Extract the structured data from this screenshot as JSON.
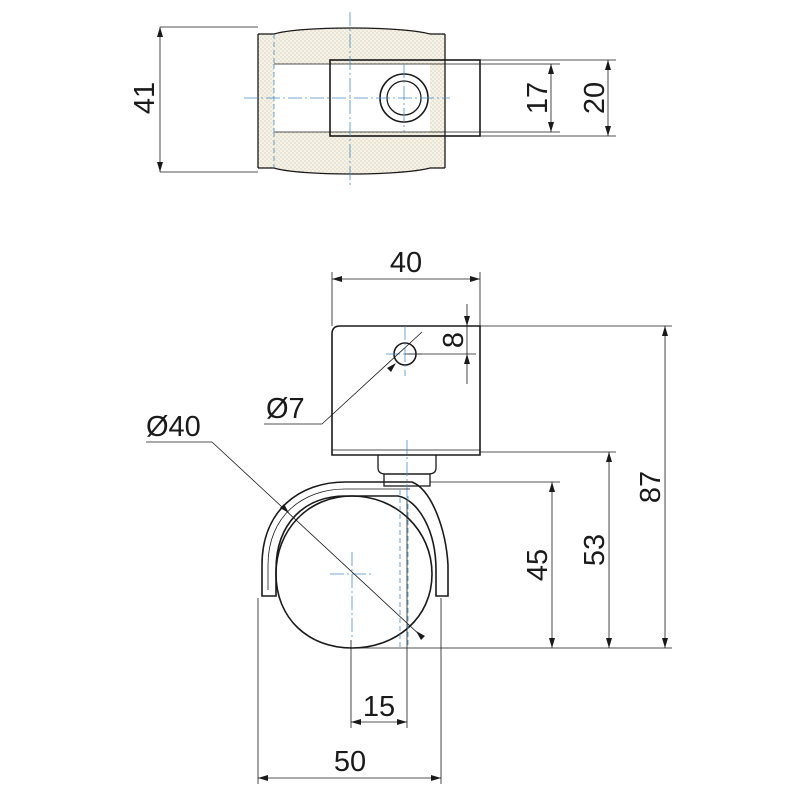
{
  "drawing": {
    "top_view": {
      "overall_height": "41",
      "inner_height": "17",
      "outer_height": "20"
    },
    "front_view": {
      "plate_width": "40",
      "hole_offset": "8",
      "hole_diameter": "Ø7",
      "wheel_diameter": "Ø40",
      "axle_height": "45",
      "stem_height": "53",
      "overall_height": "87",
      "offset": "15",
      "overall_width": "50"
    }
  },
  "colors": {
    "line": "#1a1a1a",
    "center_line": "#4a90c8",
    "wheel_fill": "#f4f0e4"
  }
}
